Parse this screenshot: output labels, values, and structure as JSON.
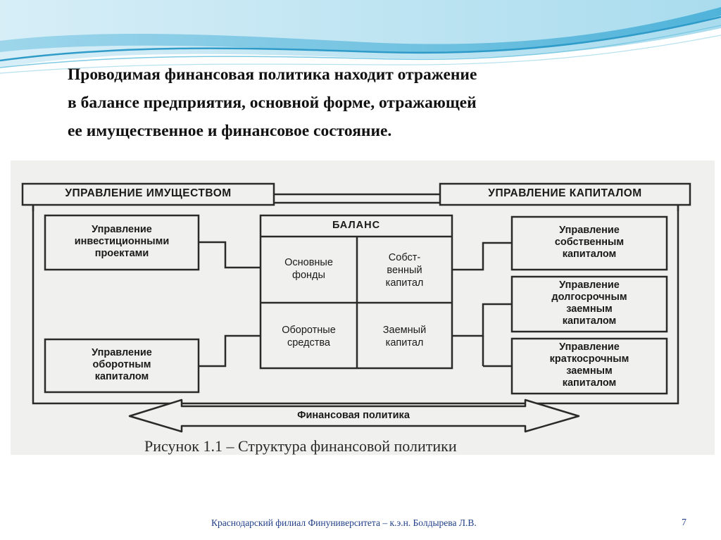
{
  "heading": {
    "lines": [
      "Проводимая финансовая политика находит отражение",
      "в балансе предприятия, основной форме, отражающей",
      "ее имущественное и финансовое состояние."
    ]
  },
  "diagram": {
    "header_left": "УПРАВЛЕНИЕ ИМУЩЕСТВОМ",
    "header_right": "УПРАВЛЕНИЕ КАПИТАЛОМ",
    "left_boxes": [
      {
        "lines": [
          "Управление",
          "инвестиционными",
          "проектами"
        ]
      },
      {
        "lines": [
          "Управление",
          "оборотным",
          "капиталом"
        ]
      }
    ],
    "balance": {
      "title": "БАЛАНС",
      "cells": [
        {
          "lines": [
            "Основные",
            "фонды"
          ]
        },
        {
          "lines": [
            "Собст-",
            "венный",
            "капитал"
          ]
        },
        {
          "lines": [
            "Оборотные",
            "средства"
          ]
        },
        {
          "lines": [
            "Заемный",
            "капитал"
          ]
        }
      ]
    },
    "right_boxes": [
      {
        "lines": [
          "Управление",
          "собственным",
          "капиталом"
        ]
      },
      {
        "lines": [
          "Управление",
          "долгосрочным",
          "заемным",
          "капиталом"
        ]
      },
      {
        "lines": [
          "Управление",
          "краткосрочным",
          "заемным",
          "капиталом"
        ]
      }
    ],
    "arrow_label": "Финансовая политика"
  },
  "caption": "Рисунок 1.1 – Структура финансовой политики",
  "footer": {
    "text": "Краснодарский филиал Финуниверситета – к.э.н. Болдырева Л.В.",
    "page_number": "7"
  },
  "colors": {
    "wave_light": "#c6e6f2",
    "wave_mid": "#7fcbe4",
    "wave_dark": "#3aa9d4",
    "footer_text": "#1f3f87"
  }
}
